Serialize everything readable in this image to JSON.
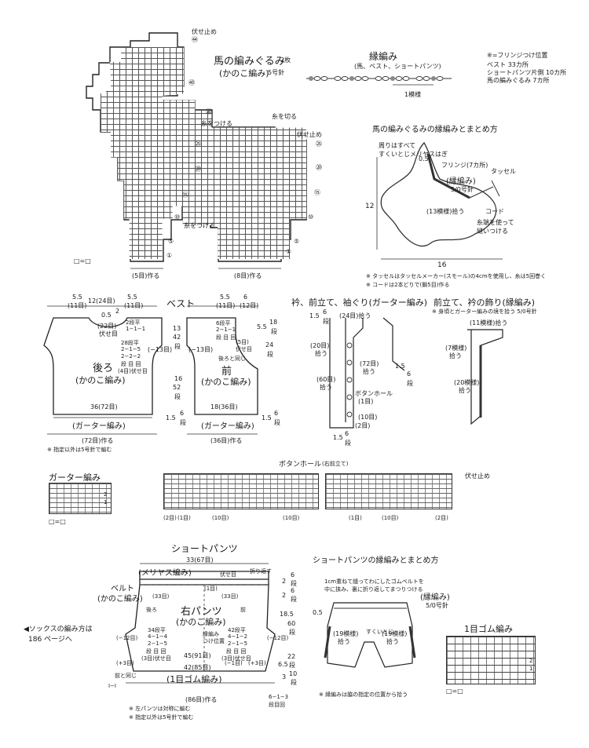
{
  "horse": {
    "title": "馬の編みぐるみ",
    "qty": "2枚",
    "stitch": "(かのこ編み)",
    "needle": "5号針",
    "bind_off": "伏せ止め",
    "row44": "㊹",
    "row40": "㊵",
    "row30": "㉚",
    "row25": "㉕",
    "row20": "⑳",
    "row15": "⑮",
    "row10": "⑩",
    "row5": "⑤",
    "row1": "①",
    "row_r25": "㉕",
    "row_r20": "⑳",
    "row_r15": "⑮",
    "row_r10": "⑩",
    "row_r5": "⑤",
    "row_r1": "①",
    "attach_yarn": "糸をつける",
    "cut_yarn": "糸を切る",
    "attach_yarn2": "糸をつける",
    "cast5": "(5目)作る",
    "cast8": "(8目)作る",
    "legend": "□=□",
    "bind_off2": "伏せ止め"
  },
  "edging": {
    "title": "縁編み",
    "sub": "(馬、ベスト、ショートパンツ)",
    "repeat": "1模様",
    "note_head": "※=フリンジつけ位置",
    "note_vest": "ベスト 33カ所",
    "note_pants": "ショートパンツ片側 10カ所",
    "note_horse": "馬の編みぐるみ 7カ所"
  },
  "horse_finish": {
    "title": "馬の編みぐるみの縁編みとまとめ方",
    "note1": "周りはすべて",
    "note2": "すくいとじメリヤスはぎ",
    "w05": "0.5",
    "fringe": "フリンジ(7カ所)",
    "tassel": "タッセル",
    "edging_label": "(縁編み)",
    "hook": "5/0号針",
    "pick": "(13模様)拾う",
    "cord": "コード",
    "sew1": "糸端を使って",
    "sew2": "縫いつける",
    "height": "12",
    "width": "16",
    "note_tassel": "※ タッセルはタッセルメーカー(スモール)の4cmを使用し、糸は5回巻く",
    "note_cord": "※ コードは2本どりで(鎖5目)作る"
  },
  "vest": {
    "title": "ベスト",
    "back_title": "後ろ",
    "back_stitch": "(かのこ編み)",
    "front_title": "前",
    "front_stitch": "(かのこ編み)",
    "back_w1": "5.5",
    "back_s1": "(11目)",
    "back_w2": "12(24目)",
    "back_w3": "5.5",
    "back_s3": "(11目)",
    "back_n05": "0.5",
    "back_n2": "2",
    "back_22": "(22目)",
    "back_bo": "伏せ目",
    "back_flat": "2段平",
    "back_dec1": "1−1−1",
    "back_28": "28段平",
    "back_21": "2−1−5",
    "back_22b": "2−2−2",
    "back_stepsr": "段 目 回",
    "back_4": "(4目)伏せ目",
    "back_13": "13",
    "back_42": "42",
    "back_dan1": "段",
    "back_m13": "(−13目)",
    "back_16": "16",
    "back_52": "52",
    "back_dan2": "段",
    "back_36": "36(72目)",
    "back_15": "1.5",
    "back_6": "6",
    "back_dan3": "段",
    "back_garter": "(ガーター編み)",
    "back_cast": "(72目)作る",
    "front_w1": "5.5",
    "front_s1": "(11目)",
    "front_w2": "6",
    "front_s2": "(12目)",
    "front_6flat": "6段平",
    "front_21": "2−1−1",
    "front_step": "段 目 回",
    "front_5": "(5目)",
    "front_bo": "伏せ目",
    "front_same": "後ろと同じ",
    "front_m13": "(−13目)",
    "front_55": "5.5",
    "front_18": "18",
    "front_dan1": "段",
    "front_24": "24",
    "front_dan2": "段",
    "front_18w": "18(36目)",
    "front_15": "1.5",
    "front_6": "6",
    "front_dan3": "段",
    "front_garter": "(ガーター編み)",
    "front_cast": "(36目)作る",
    "note": "※ 指定以外は5号針で編む"
  },
  "collar": {
    "title": "衿、前立て、袖ぐり(ガーター編み)",
    "n15": "1.5",
    "n6": "6",
    "dan": "段",
    "pick24": "(24目)拾う",
    "pick20": "(20目)",
    "pick20b": "拾う",
    "pick72": "(72目)",
    "pick72b": "拾う",
    "pick60": "(60目)",
    "pick60b": "拾う",
    "buttonhole": "ボタンホール",
    "bh1": "(1目)",
    "pick10": "(10目)",
    "pick2": "(2目)",
    "r15": "1.5",
    "r6": "6",
    "rdan": "段",
    "b15": "1.5",
    "b6": "6",
    "bdan": "段"
  },
  "front_band": {
    "title": "前立て、衿の飾り(縁編み)",
    "note": "※ 身頃とガーター編みの境を拾う  5/0号針",
    "pick11": "(11模様)拾う",
    "pick7": "(7模様)",
    "pick7b": "拾う",
    "pick20": "(20模様)",
    "pick20b": "拾う"
  },
  "garter": {
    "title": "ガーター編み",
    "legend": "□=□",
    "r1": "1",
    "r2": "2"
  },
  "buttonhole": {
    "title": "ボタンホール",
    "sub": "(右前立て)",
    "bind_off": "伏せ止め",
    "c2": "(2目)",
    "c1": "(1目)",
    "c10": "(10目)",
    "c10b": "(10目)",
    "c1b": "(1目)",
    "c10c": "(10目)",
    "c2b": "(2目)"
  },
  "pants": {
    "title": "ショートパンツ",
    "w33": "33(67目)",
    "stockinette": "(メリヤス編み)",
    "fold": "折り返す",
    "bo": "伏せ目",
    "belt": "ベルト",
    "belt_stitch": "(かのこ編み)",
    "b1": "(1目)",
    "b33": "(33目)",
    "b33b": "(33目)",
    "back": "後ろ",
    "front": "前",
    "right": "右パンツ",
    "right_stitch": "(かのこ編み)",
    "m12": "(−12目)",
    "m12b": "(−12目)",
    "p3": "(+3目)",
    "p3b": "(+3目)",
    "dec1": "34段平",
    "dec2": "4−1−4",
    "dec3": "2−1−5",
    "dec_step": "段 目 回",
    "dec_bo": "(3目)伏せ目",
    "edge1": "縁編み",
    "edge2": "つけ位置",
    "inc1": "42段平",
    "inc2": "4−1−2",
    "inc3": "2−1−5",
    "inc_step": "段 目 回",
    "inc_bo": "(3目)伏せ目",
    "w45": "45(91目)",
    "w42": "42(85目)",
    "m1": "(−1目)",
    "rib": "(1目ゴム編み)",
    "same": "前と同じ",
    "cast": "(86目)作る",
    "inc_rule1": "6−1−3",
    "inc_rule2": "段目回",
    "h2": "2",
    "h6": "6",
    "dan": "段",
    "h2b": "2",
    "h6b": "6",
    "danb": "段",
    "h185": "18.5",
    "h60": "60",
    "danc": "段",
    "h22": "22",
    "dand": "段",
    "h65": "6.5",
    "h3": "3",
    "h10": "10",
    "dane": "段",
    "note1": "※ 左パンツは対称に編む",
    "note2": "※ 指定以外は5号針で編む",
    "socks1": "◀ソックスの編み方は",
    "socks2": "186 ページへ",
    "legend": "I−I"
  },
  "pants_finish": {
    "title": "ショートパンツの縁編みとまとめ方",
    "note1": "1cm重ねて縫ってわにしたゴムベルトを",
    "note2": "中に挟み、裏に折り返してまつりつける",
    "edging": "(縁編み)",
    "hook": "5/0号針",
    "w05": "0.5",
    "pick19a": "(19模様)",
    "pick19a2": "拾う",
    "pick19b": "(19模様)",
    "pick19b2": "拾う",
    "seam": "すくいとじ",
    "note": "※ 縁編みは脇の指定の位置から拾う"
  },
  "rib": {
    "title": "1目ゴム編み",
    "r1": "1",
    "r2": "2",
    "legend": "□=□"
  }
}
